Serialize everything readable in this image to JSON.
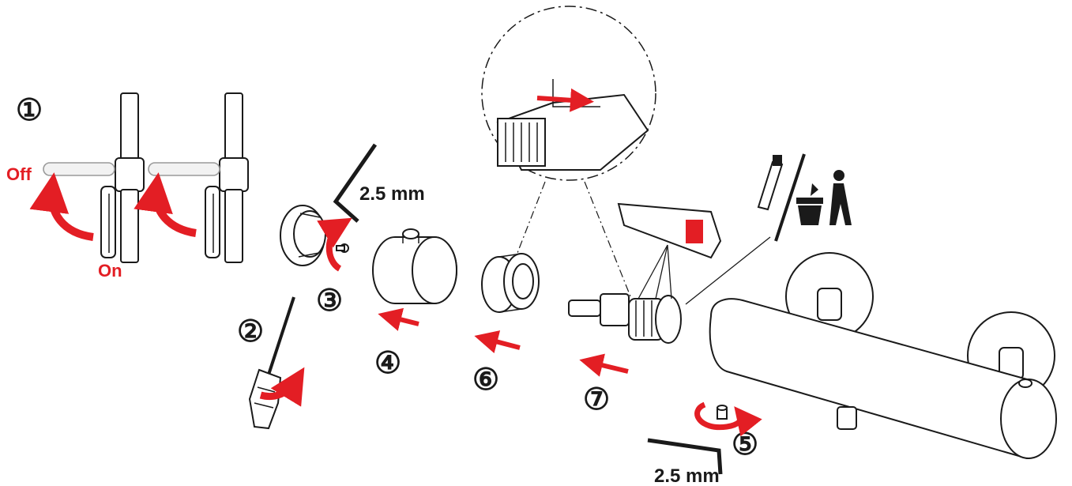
{
  "steps": {
    "s1": "①",
    "s2": "②",
    "s3": "③",
    "s4": "④",
    "s5": "⑤",
    "s6": "⑥",
    "s7": "⑦"
  },
  "labels": {
    "off": "Off",
    "on": "On",
    "hex_key_top": "2.5 mm",
    "hex_key_bottom": "2.5 mm"
  },
  "colors": {
    "accent": "#e31e24",
    "line": "#1a1a1a"
  }
}
